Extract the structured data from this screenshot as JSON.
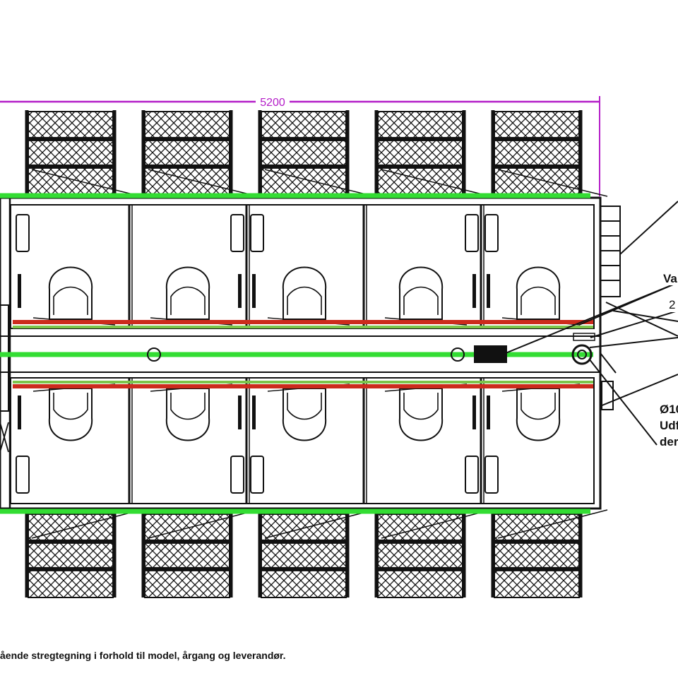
{
  "dimension": {
    "label": "5200",
    "color": "#b41ec8"
  },
  "callouts": [
    {
      "text": "Va",
      "bold": true
    },
    {
      "text": "2",
      "bold": false
    },
    {
      "text": "Ø10",
      "bold": true
    },
    {
      "text": "Udf",
      "bold": true
    },
    {
      "text": "der",
      "bold": true
    }
  ],
  "caption": "ående stregtegning i forhold til model, årgang og leverandør.",
  "colors": {
    "ink": "#111111",
    "green_line": "#33dd33",
    "red_line": "#cc2b1d",
    "background": "#ffffff"
  },
  "elements": {
    "toilet_cabins": {
      "top_row": 5,
      "bottom_row": 5
    },
    "entry_steps": {
      "top_row": 5,
      "bottom_row": 5
    },
    "outlets": 3
  }
}
